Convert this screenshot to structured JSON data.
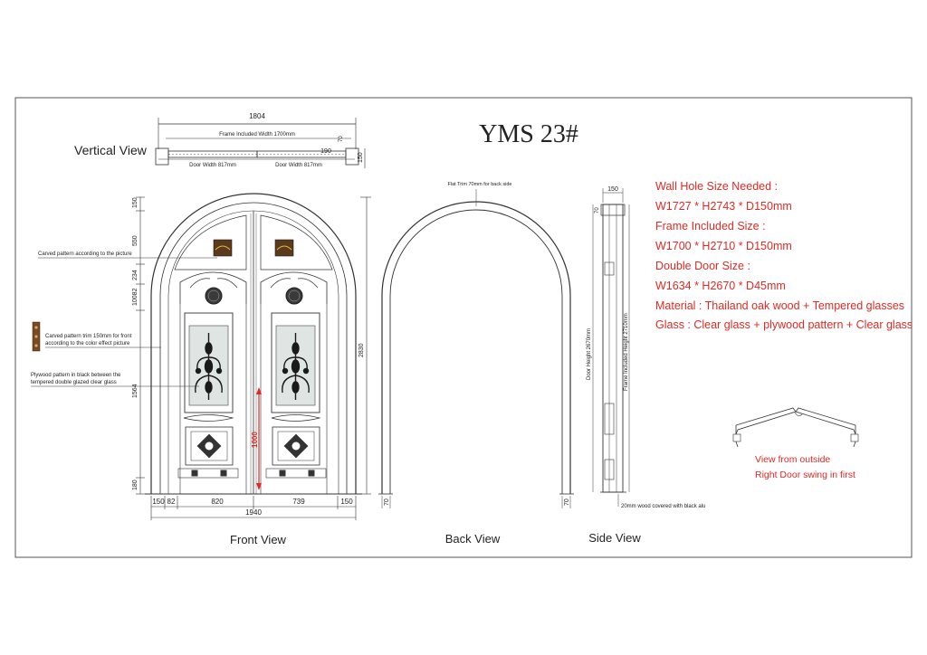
{
  "title": "YMS 23#",
  "views": {
    "vertical": "Vertical View",
    "front": "Front View",
    "back": "Back View",
    "side": "Side View"
  },
  "vertical_dims": {
    "total": "1804",
    "frame_included_width": "Frame Included Width 1700mm",
    "door_width_left": "Door Width 817mm",
    "door_width_right": "Door Width 817mm",
    "d190": "190",
    "d70": "70",
    "d150": "150"
  },
  "front_dims": {
    "bottom": [
      "150",
      "82",
      "820",
      "739",
      "150"
    ],
    "total_width": "1940",
    "left": [
      "150",
      "550",
      "234",
      "10082",
      "1564",
      "180"
    ],
    "height": "2830",
    "glass_height": "1000"
  },
  "back_dims": {
    "flat_trim": "Flat Trim 70mm for back side",
    "left_70": "70",
    "right_70": "70"
  },
  "side_dims": {
    "top": "150",
    "d70": "70",
    "door_height": "Door Height 2670mm",
    "frame_height": "Frame Included Height 2710mm",
    "note": "20mm wood covered with black alu"
  },
  "annotations": {
    "carved_pattern": "Carved pattern according to the picture",
    "trim_line1": "Carved pattern trim 150mm for front",
    "trim_line2": "according to the color effect picture",
    "plywood_line1": "Plywood pattern in black between the",
    "plywood_line2": "tempered double glazed clear glass"
  },
  "specs": [
    "Wall Hole Size Needed :",
    "W1727 * H2743 * D150mm",
    "Frame Included Size :",
    "W1700 * H2710 * D150mm",
    "Double Door Size :",
    "W1634 * H2670 * D45mm",
    "Material : Thailand oak wood + Tempered glasses",
    "Glass : Clear glass + plywood pattern + Clear glass"
  ],
  "swing": {
    "line1": "View from outside",
    "line2": "Right Door swing in first"
  },
  "colors": {
    "accent_red": "#e02a24",
    "line": "#333333",
    "glass": "#dfe5e2",
    "trim_wood": "#7a4a24"
  }
}
